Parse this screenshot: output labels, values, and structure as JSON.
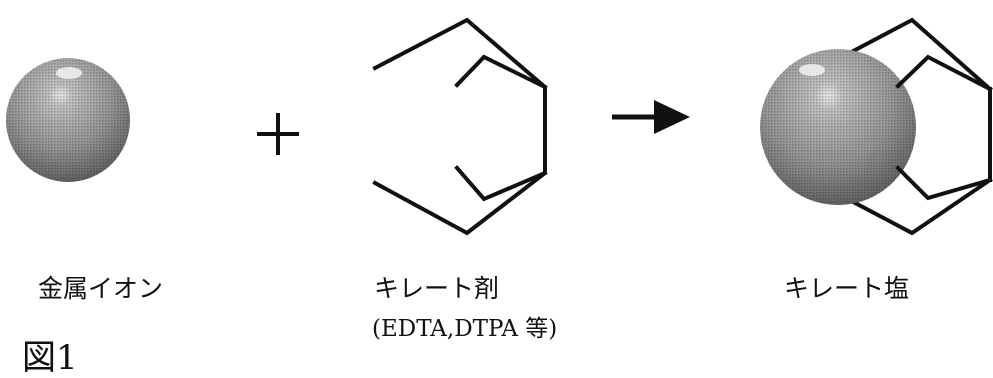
{
  "figure": {
    "label": "図1",
    "metal_ion_label": "金属イオン",
    "chelating_agent_label": "キレート剤",
    "chelating_agent_examples": "(EDTA,DTPA 等)",
    "chelate_salt_label": "キレート塩",
    "plus_symbol": "+",
    "colors": {
      "sphere_mid": "#9a9a9a",
      "sphere_dark": "#4a4a4a",
      "sphere_highlight": "#e6e6e6",
      "line": "#111111"
    }
  }
}
